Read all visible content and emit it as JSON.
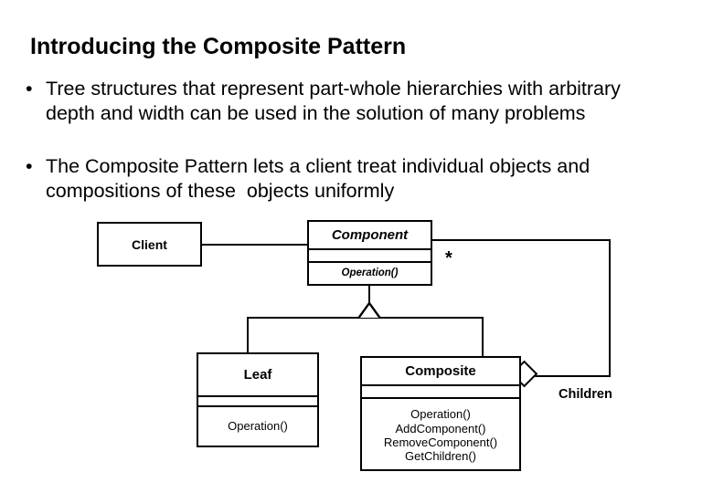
{
  "slide": {
    "title": "Introducing the Composite Pattern",
    "bullet_marker": "•",
    "bullets": [
      "Tree structures that represent part-whole hierarchies with arbitrary depth and width can be used in the solution of many problems",
      "The Composite Pattern lets a client treat individual objects and compositions of these  objects uniformly"
    ]
  },
  "diagram": {
    "type": "uml-class-diagram",
    "classes": {
      "client": {
        "name": "Client",
        "abstract": false,
        "attributes": [],
        "operations": []
      },
      "component": {
        "name": "Component",
        "abstract": true,
        "attributes": [],
        "operations": [
          "Operation()"
        ]
      },
      "leaf": {
        "name": "Leaf",
        "abstract": false,
        "attributes": [],
        "operations": [
          "Operation()"
        ]
      },
      "composite": {
        "name": "Composite",
        "abstract": false,
        "attributes": [],
        "operations": [
          "Operation()",
          "AddComponent()",
          "RemoveComponent()",
          "GetChildren()"
        ]
      }
    },
    "relationships": {
      "client_component": {
        "kind": "association",
        "from": "Client",
        "to": "Component"
      },
      "generalization": {
        "kind": "generalization",
        "parent": "Component",
        "children": [
          "Leaf",
          "Composite"
        ]
      },
      "aggregation": {
        "kind": "aggregation",
        "whole": "Composite",
        "part": "Component",
        "role_label": "Children",
        "multiplicity": "*"
      }
    }
  },
  "colors": {
    "background": "#ffffff",
    "line": "#000000",
    "text": "#000000"
  }
}
